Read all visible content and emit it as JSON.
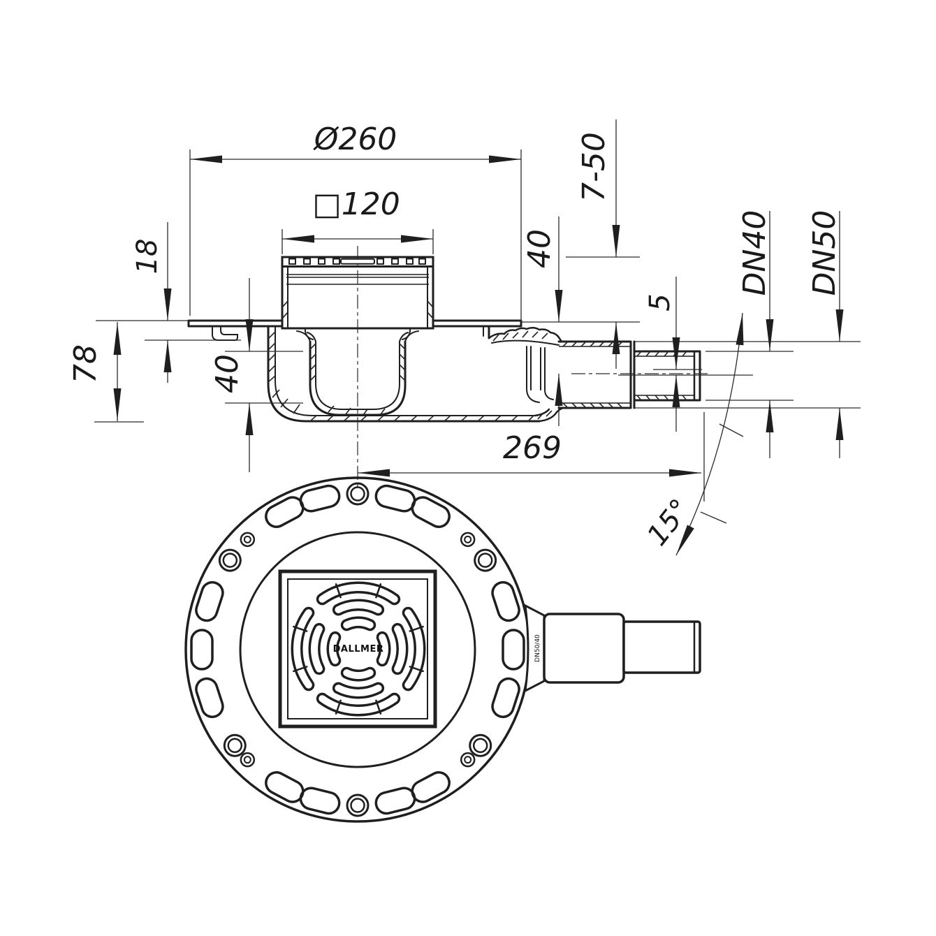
{
  "page": {
    "background": "#ffffff",
    "line_color": "#1f1f1f"
  },
  "drawing": {
    "kind": "floor-drain technical drawing, section view above plan view",
    "brand_grate_label": "DALLMER",
    "pipe_marking": "DN50/40",
    "dimensions": {
      "flange_diameter": "Ø260",
      "grate_size": "□120",
      "frame_height": "18",
      "total_height": "78",
      "trap_depth": "40",
      "tile_adjust_range": "7-50",
      "outlet_axis_height": "40",
      "outlet_offset": "5",
      "outlet_small": "DN40",
      "outlet_large": "DN50",
      "center_to_outlet_end": "269",
      "swivel_angle": "15°"
    }
  }
}
